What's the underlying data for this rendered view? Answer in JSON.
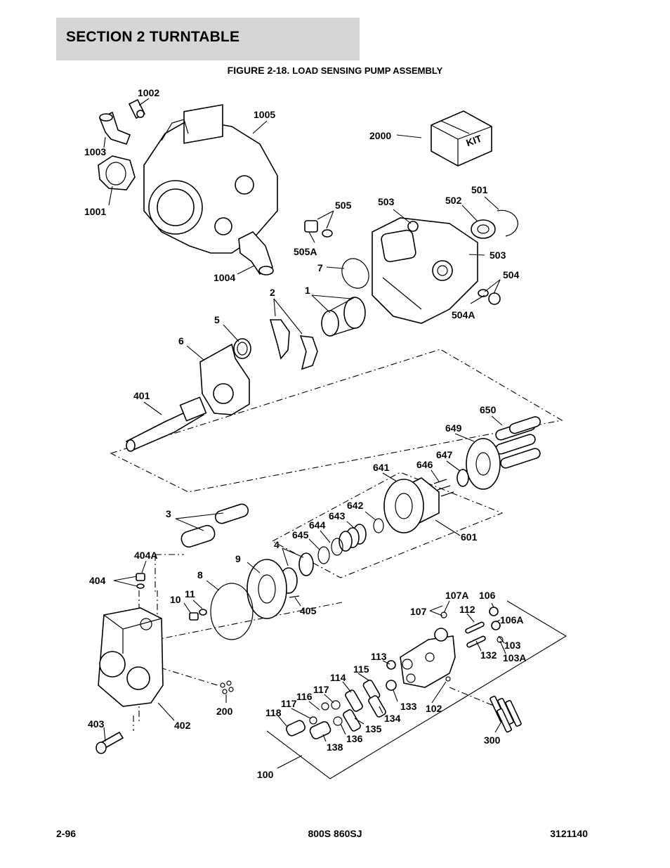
{
  "header": {
    "section": "SECTION 2   TURNTABLE"
  },
  "figure": {
    "number": "FIGURE 2-18.",
    "title": "LOAD SENSING PUMP ASSEMBLY"
  },
  "callouts": [
    {
      "id": "c1002",
      "text": "1002"
    },
    {
      "id": "c1005",
      "text": "1005"
    },
    {
      "id": "c1003",
      "text": "1003"
    },
    {
      "id": "c1001",
      "text": "1001"
    },
    {
      "id": "c1004",
      "text": "1004"
    },
    {
      "id": "c2000",
      "text": "2000"
    },
    {
      "id": "ckit",
      "text": "KIT"
    },
    {
      "id": "c505",
      "text": "505"
    },
    {
      "id": "c503a",
      "text": "503"
    },
    {
      "id": "c502",
      "text": "502"
    },
    {
      "id": "c501",
      "text": "501"
    },
    {
      "id": "c503b",
      "text": "503"
    },
    {
      "id": "c505A",
      "text": "505A"
    },
    {
      "id": "c7",
      "text": "7"
    },
    {
      "id": "c504",
      "text": "504"
    },
    {
      "id": "c504A",
      "text": "504A"
    },
    {
      "id": "c2",
      "text": "2"
    },
    {
      "id": "c1",
      "text": "1"
    },
    {
      "id": "c5",
      "text": "5"
    },
    {
      "id": "c6",
      "text": "6"
    },
    {
      "id": "c401",
      "text": "401"
    },
    {
      "id": "c650",
      "text": "650"
    },
    {
      "id": "c649",
      "text": "649"
    },
    {
      "id": "c647",
      "text": "647"
    },
    {
      "id": "c646",
      "text": "646"
    },
    {
      "id": "c641",
      "text": "641"
    },
    {
      "id": "c642",
      "text": "642"
    },
    {
      "id": "c643",
      "text": "643"
    },
    {
      "id": "c644",
      "text": "644"
    },
    {
      "id": "c645",
      "text": "645"
    },
    {
      "id": "c601",
      "text": "601"
    },
    {
      "id": "c3",
      "text": "3"
    },
    {
      "id": "c404A",
      "text": "404A"
    },
    {
      "id": "c404",
      "text": "404"
    },
    {
      "id": "c4",
      "text": "4"
    },
    {
      "id": "c9",
      "text": "9"
    },
    {
      "id": "c8",
      "text": "8"
    },
    {
      "id": "c11",
      "text": "11"
    },
    {
      "id": "c10",
      "text": "10"
    },
    {
      "id": "c405",
      "text": "405"
    },
    {
      "id": "c107A",
      "text": "107A"
    },
    {
      "id": "c106",
      "text": "106"
    },
    {
      "id": "c107",
      "text": "107"
    },
    {
      "id": "c112",
      "text": "112"
    },
    {
      "id": "c106A",
      "text": "106A"
    },
    {
      "id": "c103",
      "text": "103"
    },
    {
      "id": "c132",
      "text": "132"
    },
    {
      "id": "c103A",
      "text": "103A"
    },
    {
      "id": "c113",
      "text": "113"
    },
    {
      "id": "c115",
      "text": "115"
    },
    {
      "id": "c114",
      "text": "114"
    },
    {
      "id": "c117a",
      "text": "117"
    },
    {
      "id": "c116",
      "text": "116"
    },
    {
      "id": "c117b",
      "text": "117"
    },
    {
      "id": "c118",
      "text": "118"
    },
    {
      "id": "c133",
      "text": "133"
    },
    {
      "id": "c102",
      "text": "102"
    },
    {
      "id": "c134",
      "text": "134"
    },
    {
      "id": "c135",
      "text": "135"
    },
    {
      "id": "c136",
      "text": "136"
    },
    {
      "id": "c138",
      "text": "138"
    },
    {
      "id": "c200",
      "text": "200"
    },
    {
      "id": "c403",
      "text": "403"
    },
    {
      "id": "c402",
      "text": "402"
    },
    {
      "id": "c300",
      "text": "300"
    },
    {
      "id": "c100",
      "text": "100"
    }
  ],
  "footer": {
    "page": "2-96",
    "model": "800S 860SJ",
    "doc_number": "3121140"
  }
}
